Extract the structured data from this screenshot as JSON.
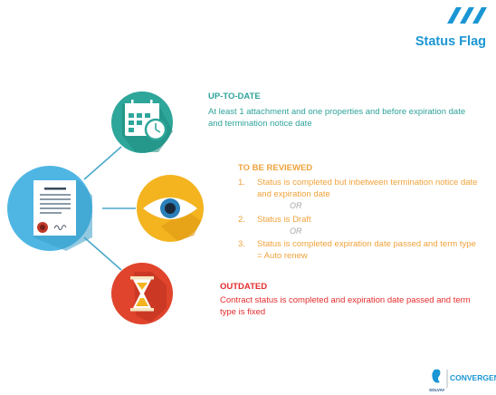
{
  "header": {
    "title": "Status Flag"
  },
  "statuses": {
    "uptodate": {
      "title": "UP-TO-DATE",
      "description": "At least 1 attachment and one properties and before expiration date and termination notice date"
    },
    "review": {
      "title": "TO BE REVIEWED",
      "items": [
        {
          "num": "1.",
          "text": "Status is completed but inbetween termination notice date and expiration date"
        },
        {
          "num": "2.",
          "text": "Status is Draft"
        },
        {
          "num": "3.",
          "text": "Status is completed expiration date passed and term type = Auto renew"
        }
      ],
      "or_label": "OR"
    },
    "outdated": {
      "title": "OUTDATED",
      "description": "Contract status is completed and expiration date passed and term type is fixed"
    }
  },
  "logo": {
    "brand": "CONVERGENCI",
    "small": "SOLVAY"
  },
  "colors": {
    "accent_blue": "#1a96d4",
    "uptodate": "#2fa39a",
    "review": "#f0a23b",
    "outdated": "#e42d2d",
    "document_circle": "#4fb6e4"
  },
  "icons": {
    "document": "contract-document-icon",
    "uptodate": "calendar-clock-icon",
    "review": "eye-icon",
    "outdated": "hourglass-icon"
  }
}
